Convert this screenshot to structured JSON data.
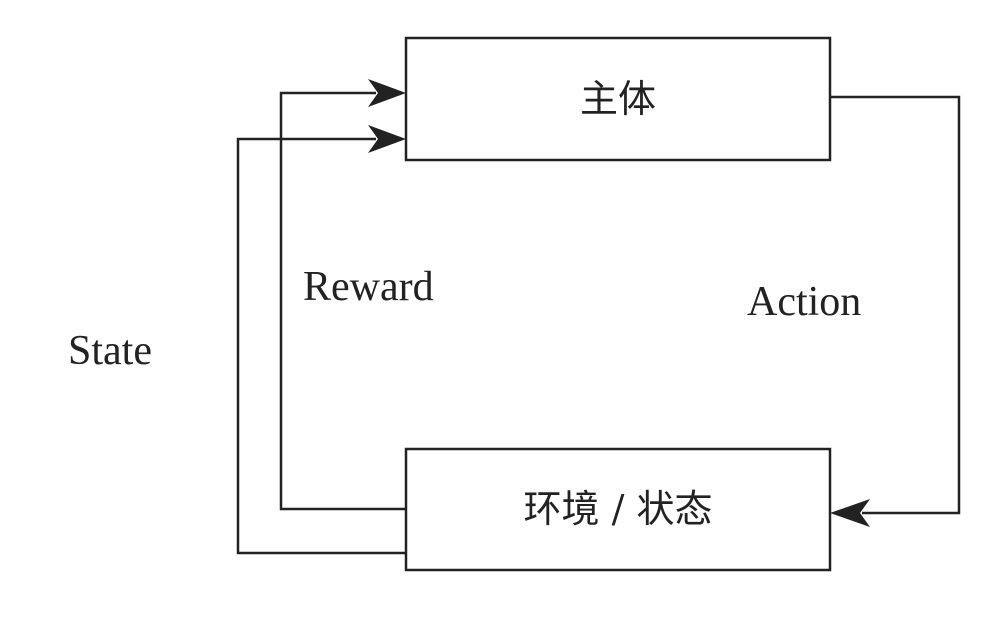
{
  "nodes": {
    "agent": {
      "label": "主体"
    },
    "environment": {
      "label": "环境 / 状态"
    }
  },
  "edges": {
    "action": {
      "label": "Action",
      "from": "agent",
      "to": "environment"
    },
    "reward": {
      "label": "Reward",
      "from": "environment",
      "to": "agent"
    },
    "state": {
      "label": "State",
      "from": "environment",
      "to": "agent"
    }
  },
  "colors": {
    "stroke": "#222222",
    "background": "#ffffff"
  }
}
